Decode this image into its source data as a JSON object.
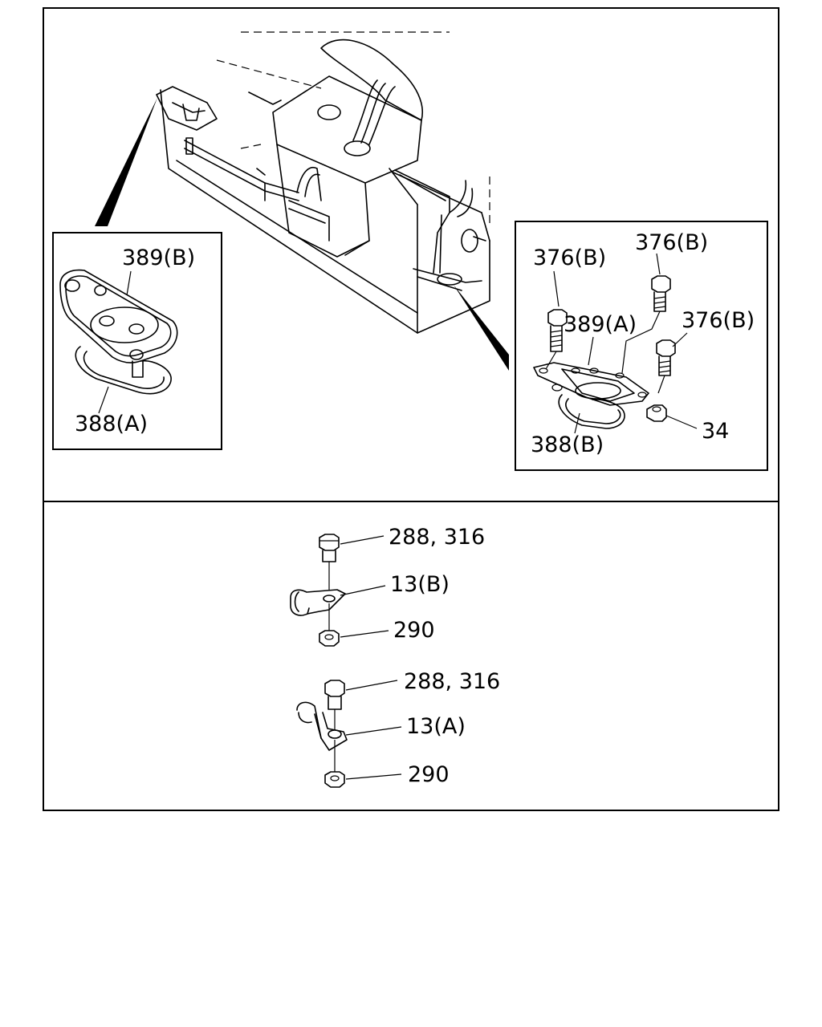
{
  "labels": {
    "l389b_left": "389(B)",
    "l388a": "388(A)",
    "l376b_1": "376(B)",
    "l376b_2": "376(B)",
    "l376b_3": "376(B)",
    "l389a": "389(A)",
    "l34": "34",
    "l388b": "388(B)",
    "l288_316_top": "288, 316",
    "l13b": "13(B)",
    "l290_top": "290",
    "l288_316_bottom": "288, 316",
    "l13a": "13(A)",
    "l290_bottom": "290"
  }
}
